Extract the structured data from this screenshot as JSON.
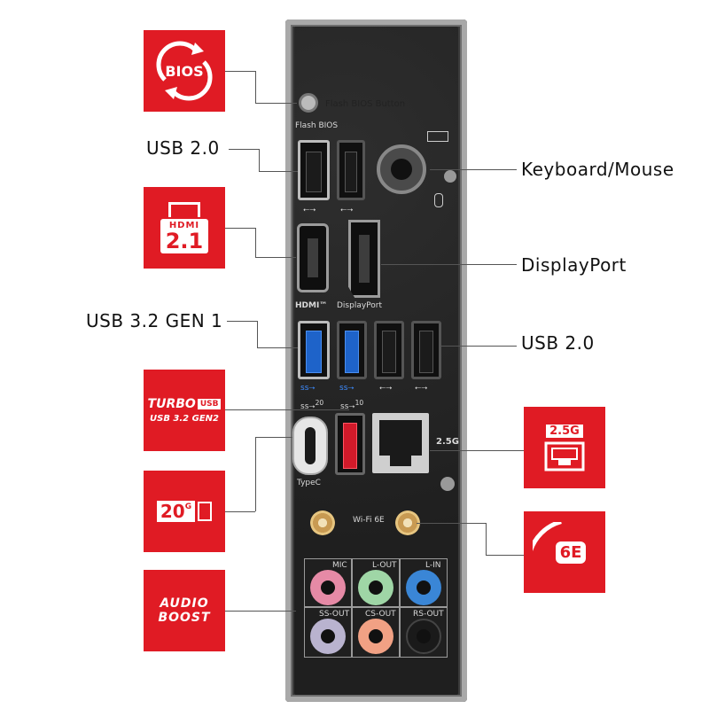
{
  "callouts": {
    "usb20_top": "USB 2.0",
    "keyboard_mouse": "Keyboard/Mouse",
    "displayport": "DisplayPort",
    "usb32_gen1": "USB 3.2 GEN 1",
    "usb20_right": "USB 2.0"
  },
  "badges": {
    "bios": "BIOS",
    "hdmi_top": "HDMI",
    "hdmi_ver": "2.1",
    "turbo": "TURBO",
    "turbo_usb": "USB",
    "turbo_gen": "USB 3.2 GEN2",
    "speed_20": "20",
    "speed_g": "G",
    "audio": "AUDIO",
    "boost": "BOOST",
    "lan": "2.5G",
    "wifi": "6E"
  },
  "panel": {
    "flash_btn": "Flash BIOS Button",
    "flash_bios": "Flash BIOS",
    "hdmi": "HDMI™",
    "displayport": "DisplayPort",
    "num20": "20",
    "num10": "10",
    "typec": "TypeC",
    "lan": "2.5G",
    "wifi": "Wi-Fi 6E",
    "mic": "MIC",
    "lout": "L-OUT",
    "lin": "L-IN",
    "ssout": "SS-OUT",
    "csout": "CS-OUT",
    "rsout": "RS-OUT"
  },
  "colors": {
    "brand_red": "#e01b24",
    "usb3_blue": "#1e63c9",
    "mic_pink": "#e68aa6",
    "lout_green": "#9fd6a6",
    "lin_blue": "#3a86d6",
    "ssout_gray": "#b9b3cf",
    "csout_orange": "#f1a184",
    "rsout_black": "#1a1a1a"
  }
}
